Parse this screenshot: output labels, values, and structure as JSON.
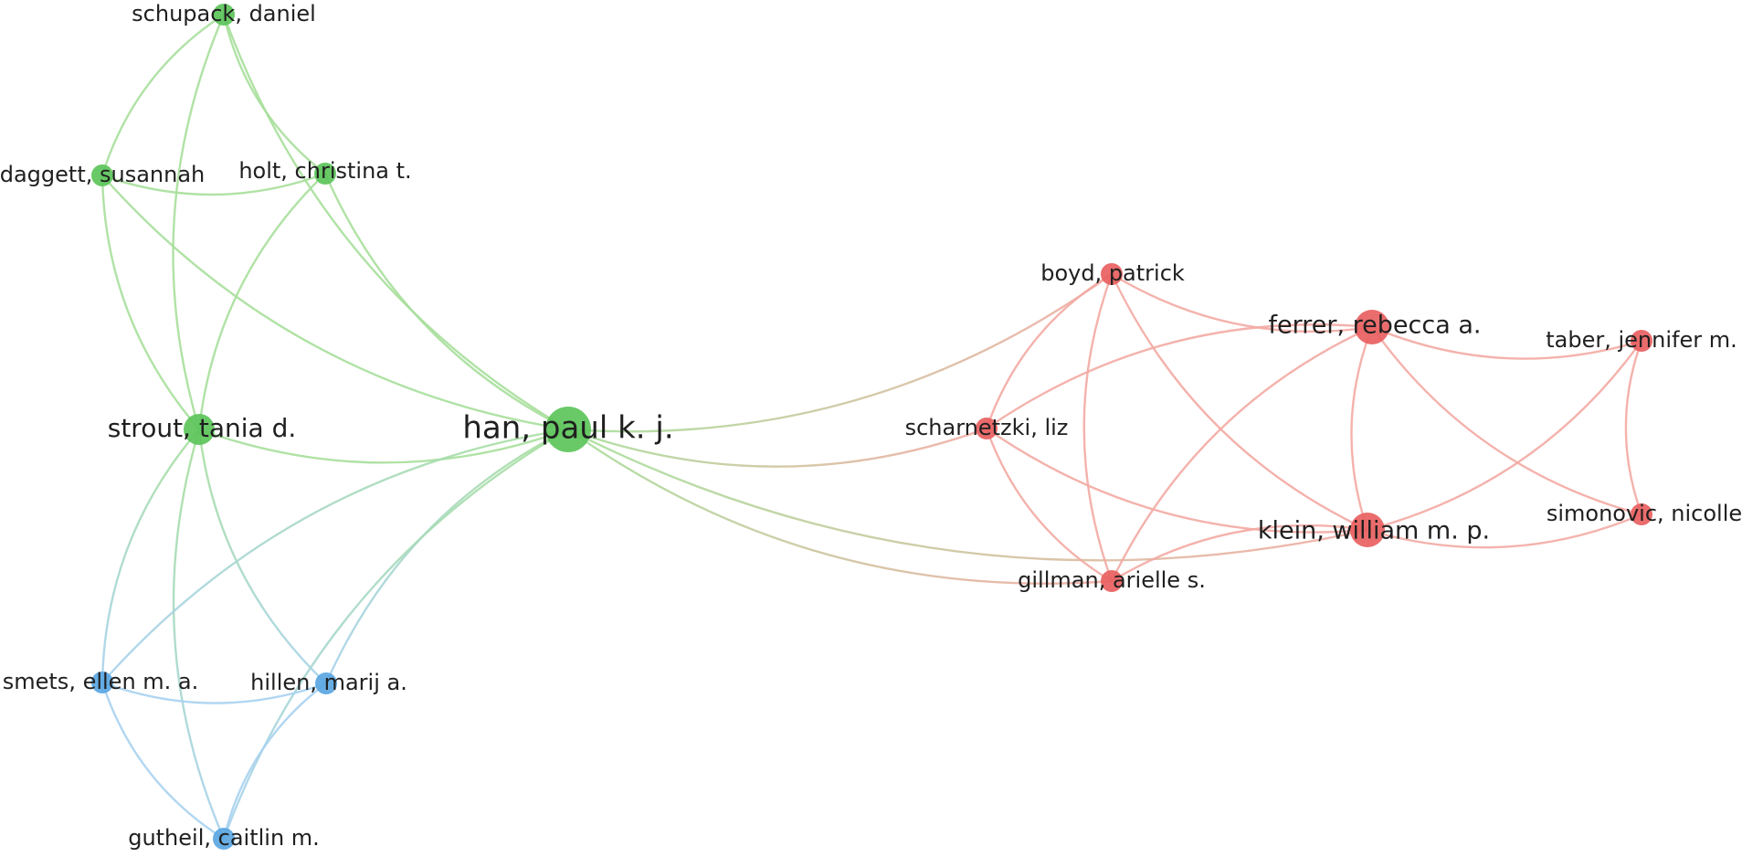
{
  "colors": {
    "cluster_green": "#5cc45a",
    "cluster_red": "#e85f60",
    "cluster_blue": "#5aa6e2",
    "edge_green": "#a7df9b",
    "edge_red": "#f3aaa3",
    "edge_blue": "#a8d2ef",
    "edge_mixed": "#d4c9a4",
    "label": "#1f1f1f",
    "background": "#ffffff"
  },
  "nodes": [
    {
      "id": "schupack",
      "label": "schupack, daniel",
      "cluster": "green",
      "weight": 1
    },
    {
      "id": "daggett",
      "label": "daggett, susannah",
      "cluster": "green",
      "weight": 1
    },
    {
      "id": "holt",
      "label": "holt, christina t.",
      "cluster": "green",
      "weight": 1
    },
    {
      "id": "strout",
      "label": "strout, tania d.",
      "cluster": "green",
      "weight": 2
    },
    {
      "id": "han",
      "label": "han, paul k. j.",
      "cluster": "green",
      "weight": 4
    },
    {
      "id": "boyd",
      "label": "boyd, patrick",
      "cluster": "red",
      "weight": 1
    },
    {
      "id": "ferrer",
      "label": "ferrer, rebecca a.",
      "cluster": "red",
      "weight": 3
    },
    {
      "id": "taber",
      "label": "taber, jennifer m.",
      "cluster": "red",
      "weight": 1
    },
    {
      "id": "scharnetzki",
      "label": "scharnetzki, liz",
      "cluster": "red",
      "weight": 1
    },
    {
      "id": "klein",
      "label": "klein, william m. p.",
      "cluster": "red",
      "weight": 3
    },
    {
      "id": "simonovic",
      "label": "simonovic, nicolle",
      "cluster": "red",
      "weight": 1
    },
    {
      "id": "gillman",
      "label": "gillman, arielle s.",
      "cluster": "red",
      "weight": 1
    },
    {
      "id": "smets",
      "label": "smets, ellen m. a.",
      "cluster": "blue",
      "weight": 1
    },
    {
      "id": "hillen",
      "label": "hillen, marij a.",
      "cluster": "blue",
      "weight": 1
    },
    {
      "id": "gutheil",
      "label": "gutheil, caitlin m.",
      "cluster": "blue",
      "weight": 1
    }
  ],
  "edges": [
    [
      "schupack",
      "daggett"
    ],
    [
      "schupack",
      "holt"
    ],
    [
      "schupack",
      "strout"
    ],
    [
      "schupack",
      "han"
    ],
    [
      "daggett",
      "holt"
    ],
    [
      "daggett",
      "strout"
    ],
    [
      "daggett",
      "han"
    ],
    [
      "holt",
      "strout"
    ],
    [
      "holt",
      "han"
    ],
    [
      "strout",
      "han"
    ],
    [
      "strout",
      "smets"
    ],
    [
      "strout",
      "hillen"
    ],
    [
      "strout",
      "gutheil"
    ],
    [
      "han",
      "smets"
    ],
    [
      "han",
      "hillen"
    ],
    [
      "han",
      "gutheil"
    ],
    [
      "han",
      "boyd"
    ],
    [
      "han",
      "scharnetzki"
    ],
    [
      "han",
      "klein"
    ],
    [
      "han",
      "gillman"
    ],
    [
      "smets",
      "hillen"
    ],
    [
      "smets",
      "gutheil"
    ],
    [
      "hillen",
      "gutheil"
    ],
    [
      "boyd",
      "ferrer"
    ],
    [
      "boyd",
      "scharnetzki"
    ],
    [
      "boyd",
      "klein"
    ],
    [
      "boyd",
      "gillman"
    ],
    [
      "ferrer",
      "scharnetzki"
    ],
    [
      "ferrer",
      "klein"
    ],
    [
      "ferrer",
      "taber"
    ],
    [
      "ferrer",
      "simonovic"
    ],
    [
      "ferrer",
      "gillman"
    ],
    [
      "scharnetzki",
      "klein"
    ],
    [
      "scharnetzki",
      "gillman"
    ],
    [
      "klein",
      "gillman"
    ],
    [
      "klein",
      "taber"
    ],
    [
      "klein",
      "simonovic"
    ],
    [
      "taber",
      "simonovic"
    ]
  ]
}
